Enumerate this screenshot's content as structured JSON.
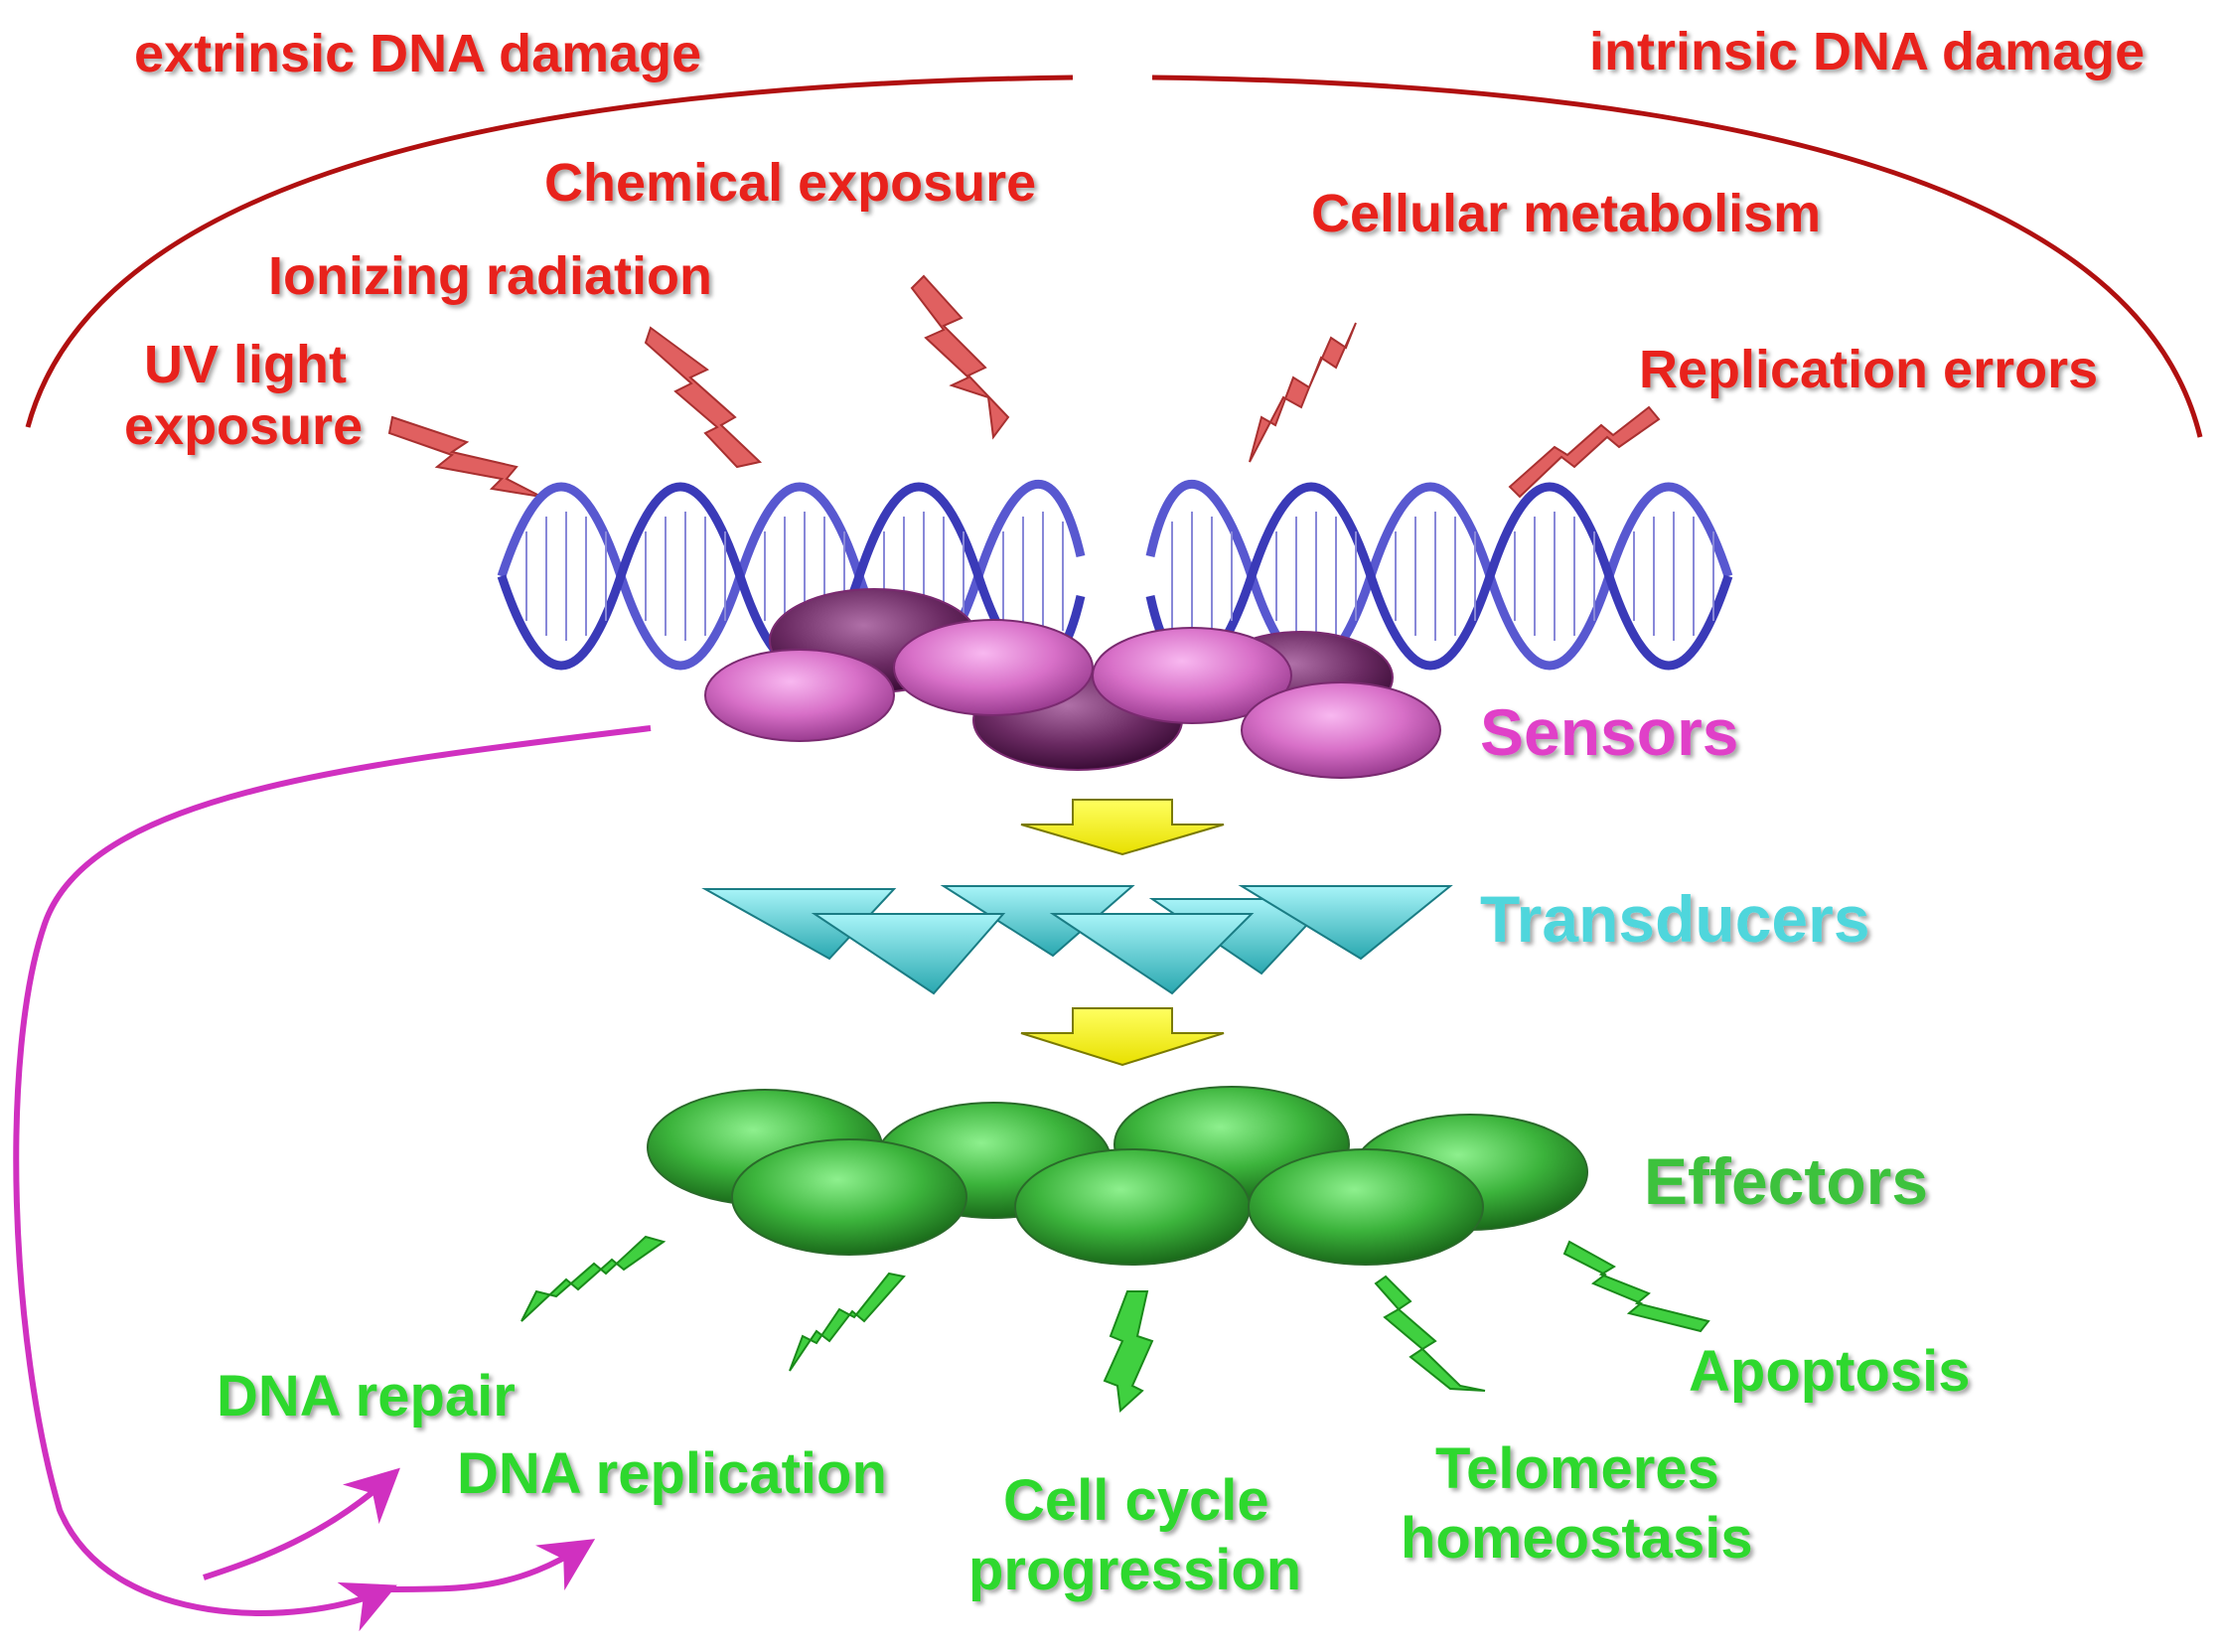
{
  "damage": {
    "extrinsic_label": "extrinsic DNA damage",
    "intrinsic_label": "intrinsic DNA damage",
    "sources": {
      "chemical": "Chemical exposure",
      "ionizing": "Ionizing radiation",
      "uv_line1": "UV light",
      "uv_line2": "exposure",
      "metabolism": "Cellular metabolism",
      "replication_errors": "Replication errors"
    }
  },
  "stages": {
    "sensors": "Sensors",
    "transducers": "Transducers",
    "effectors": "Effectors"
  },
  "outcomes": {
    "dna_repair": "DNA repair",
    "dna_replication": "DNA replication",
    "cell_cycle_line1": "Cell cycle",
    "cell_cycle_line2": "progression",
    "telomeres_line1": "Telomeres",
    "telomeres_line2": "homeostasis",
    "apoptosis": "Apoptosis"
  },
  "colors": {
    "damage_red": "#e8241c",
    "sensor_magenta": "#e040c8",
    "transducer_cyan": "#4fd6dc",
    "effector_green": "#3cc23c",
    "outcome_green": "#2ed82e",
    "dna_blue": "#3a3ab8",
    "arrow_yellow": "#ffff00"
  }
}
